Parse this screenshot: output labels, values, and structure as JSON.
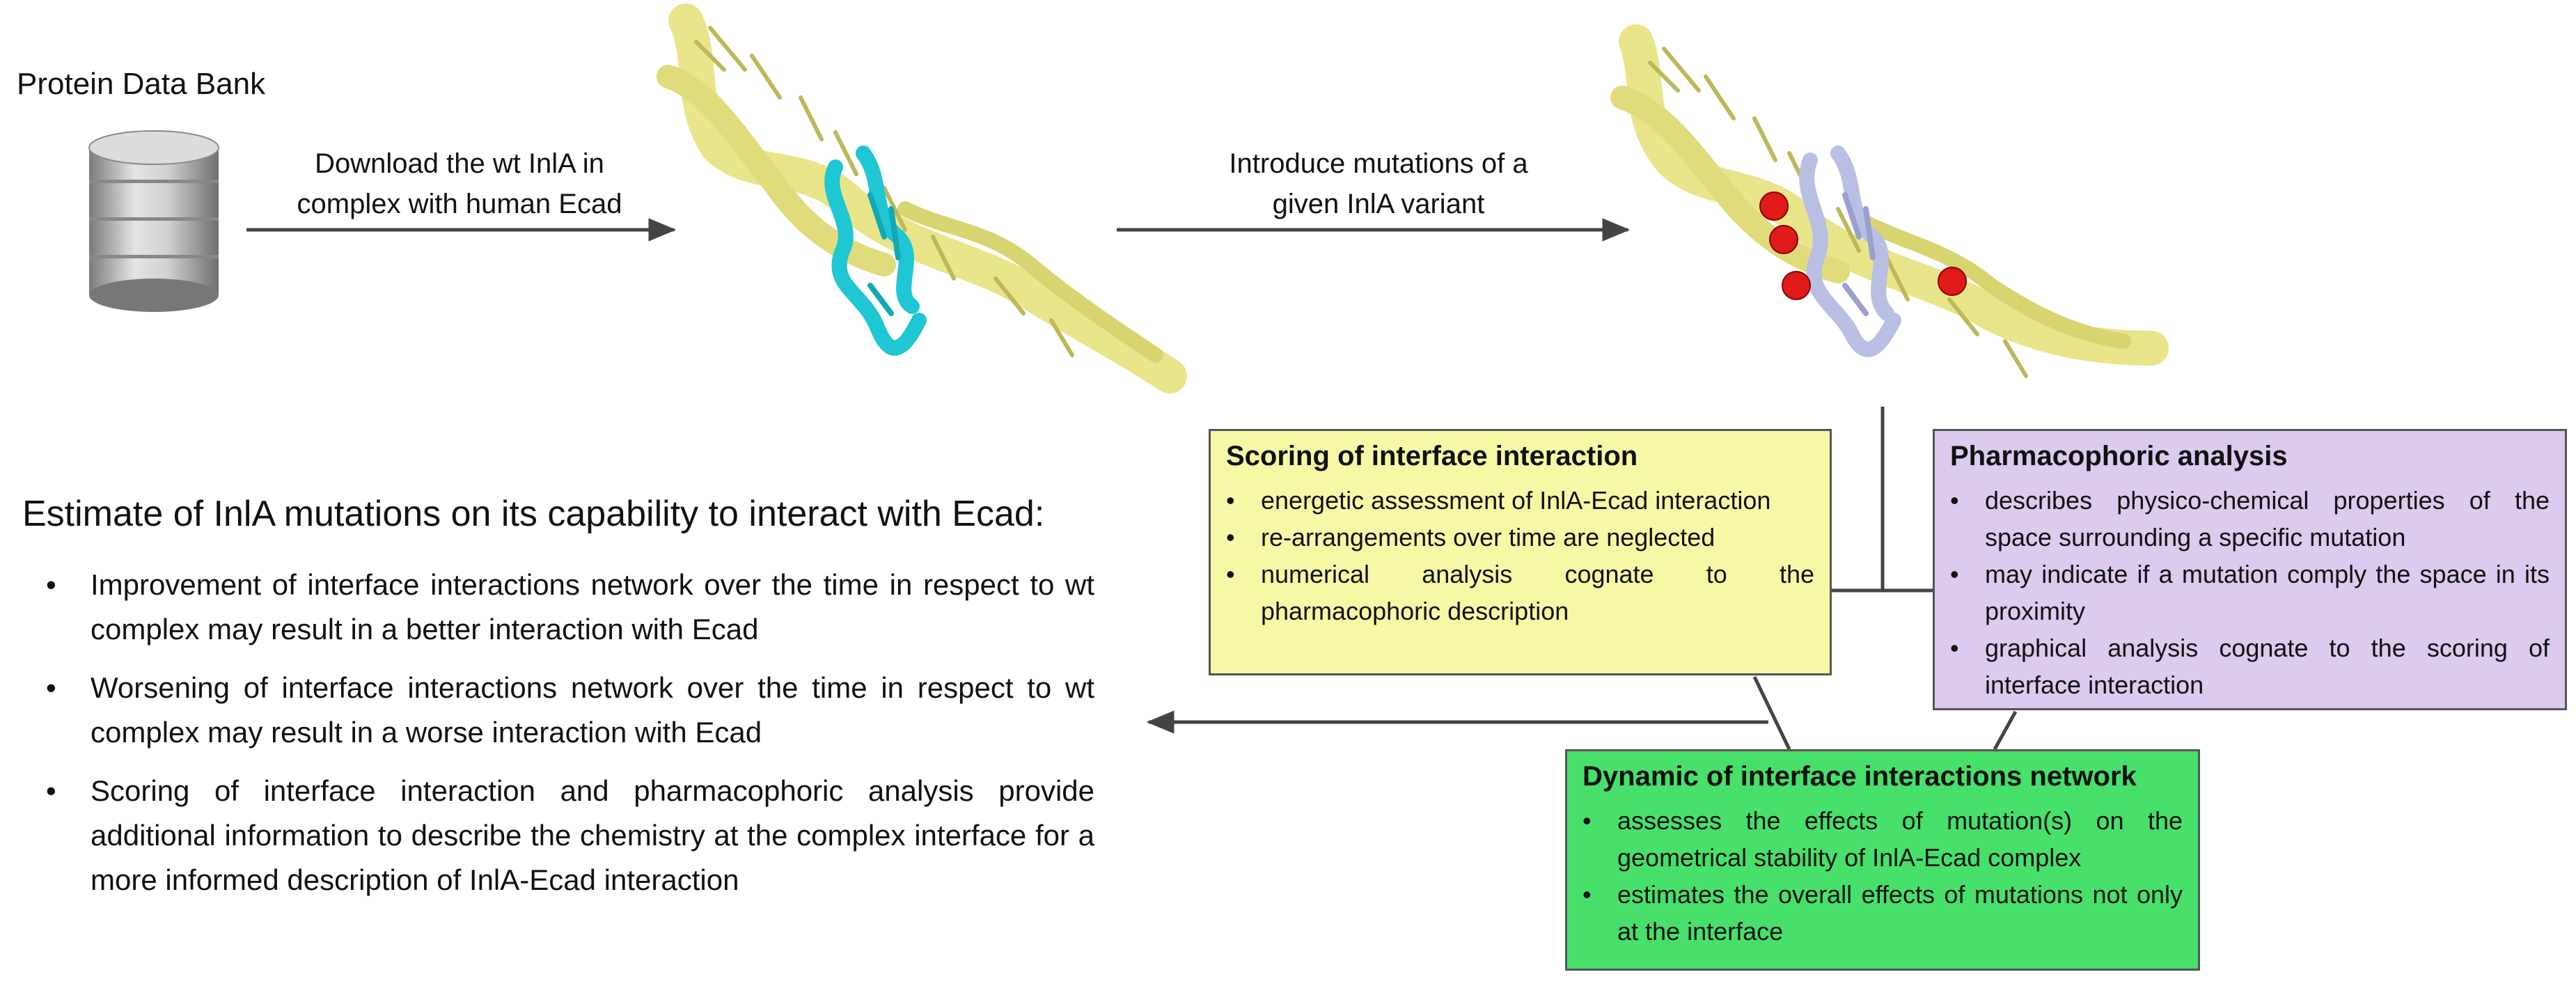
{
  "database": {
    "title": "Protein Data Bank",
    "icon": "database-icon"
  },
  "steps": {
    "download": [
      "Download the wt InlA in",
      "complex with human Ecad"
    ],
    "mutate": [
      "Introduce mutations of a",
      "given InlA variant"
    ]
  },
  "summary": {
    "title": "Estimate of InlA mutations on its capability to interact with Ecad:",
    "points": [
      "Improvement of interface interactions network over the time in respect to wt complex may result in a better interaction with Ecad",
      "Worsening of interface interactions network over the time in respect to wt complex may result in a worse interaction with Ecad",
      "Scoring of interface interaction and pharmacophoric analysis provide additional information to describe the chemistry at the complex interface for a more informed description of InlA-Ecad interaction"
    ]
  },
  "boxes": {
    "scoring": {
      "title": "Scoring of interface interaction",
      "items": [
        "energetic assessment of InlA-Ecad interaction",
        "re-arrangements over time are neglected",
        "numerical analysis cognate to the pharmacophoric description"
      ],
      "color": "#f6f8a6"
    },
    "pharmacophoric": {
      "title": "Pharmacophoric analysis",
      "items": [
        "describes physico-chemical properties of the space surrounding a specific mutation",
        "may indicate if a mutation comply the space in its proximity",
        "graphical analysis cognate to the scoring of interface interaction"
      ],
      "color": "#dccaef"
    },
    "dynamic": {
      "title": "Dynamic of interface interactions network",
      "items": [
        "assesses the effects of mutation(s) on the geometrical stability of InlA-Ecad complex",
        "estimates the overall effects of mutations not only at the interface"
      ],
      "color": "#46e06a"
    }
  },
  "colors": {
    "inla": "#e9e58a",
    "ecad_wt": "#1fc6d3",
    "ecad_variant": "#b9bfe3",
    "mutation_marker": "#e01919"
  }
}
